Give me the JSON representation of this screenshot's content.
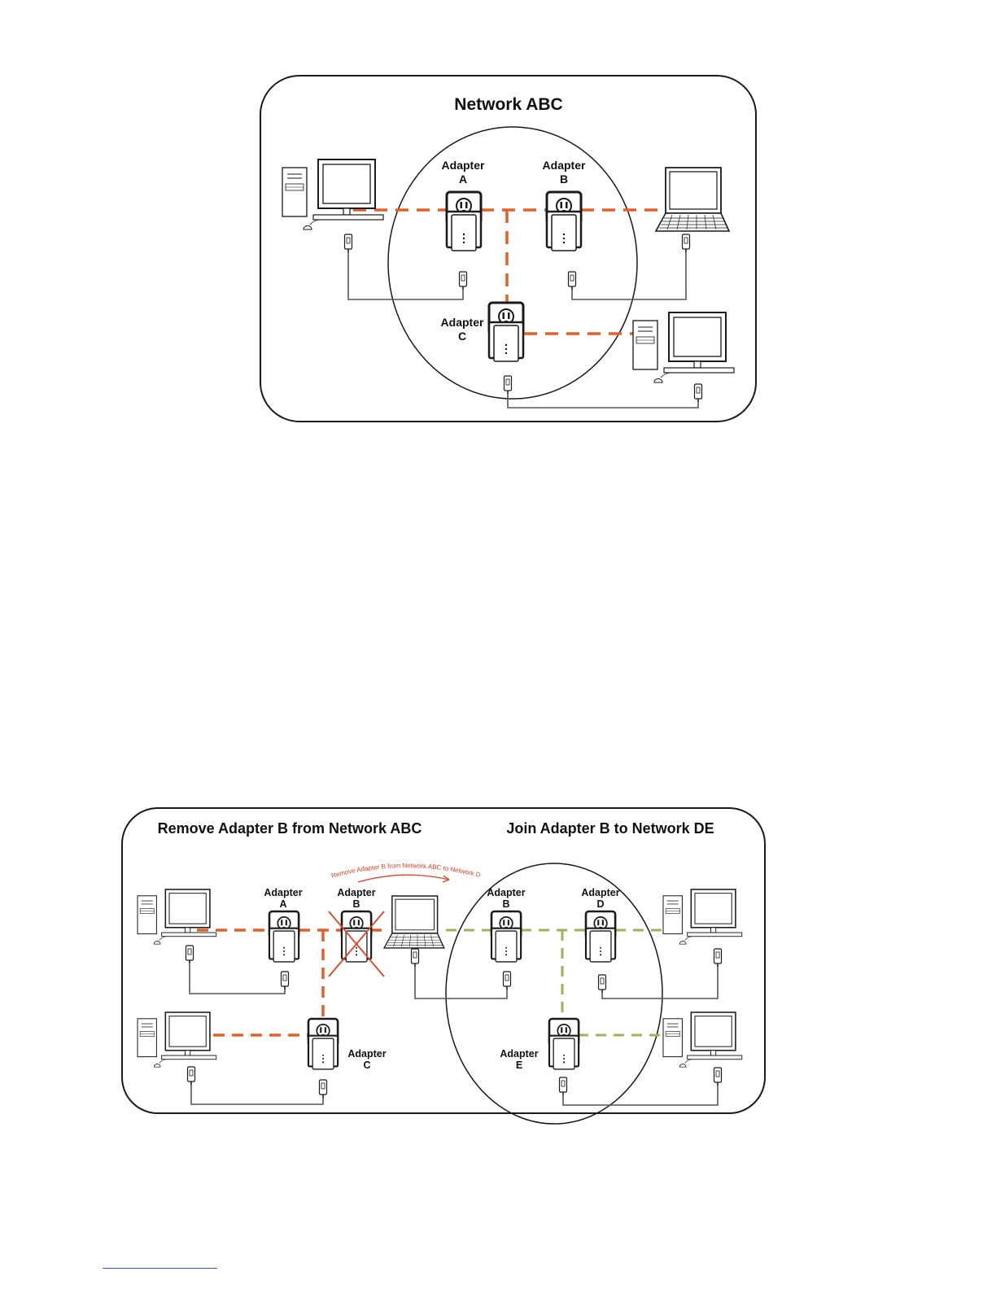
{
  "diagram1": {
    "title": "Network ABC",
    "adapters": {
      "a": {
        "line1": "Adapter",
        "line2": "A"
      },
      "b": {
        "line1": "Adapter",
        "line2": "B"
      },
      "c": {
        "line1": "Adapter",
        "line2": "C"
      }
    }
  },
  "diagram2": {
    "left_title": "Remove Adapter B from Network ABC",
    "right_title": "Join Adapter B to Network DE",
    "move_note": "Remove Adapter B from Network ABC to Network DE",
    "adapters": {
      "a": {
        "line1": "Adapter",
        "line2": "A"
      },
      "b_old": {
        "line1": "Adapter",
        "line2": "B"
      },
      "c": {
        "line1": "Adapter",
        "line2": "C"
      },
      "b_new": {
        "line1": "Adapter",
        "line2": "B"
      },
      "d": {
        "line1": "Adapter",
        "line2": "D"
      },
      "e": {
        "line1": "Adapter",
        "line2": "E"
      }
    }
  },
  "colors": {
    "network_abc": "#e0622a",
    "network_de": "#9eb25a",
    "remove_mark": "#d6452a",
    "outline": "#1a1a1a"
  }
}
